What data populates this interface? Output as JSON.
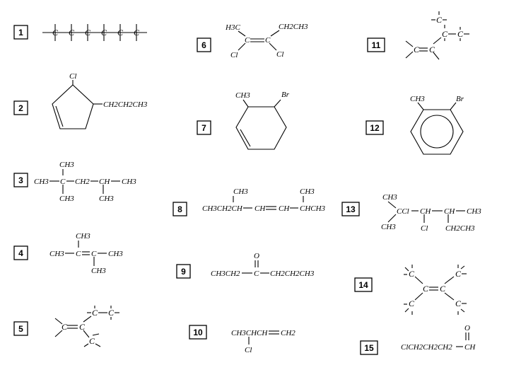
{
  "diagram": {
    "structures": [
      {
        "number": "1"
      },
      {
        "number": "2",
        "labels": [
          "Cl",
          "CH2CH2CH3"
        ]
      },
      {
        "number": "3",
        "labels": [
          "CH3",
          "CH3",
          "C",
          "CH2",
          "CH",
          "CH3",
          "CH3",
          "CH3"
        ]
      },
      {
        "number": "4",
        "labels": [
          "CH3",
          "CH3",
          "C",
          "C",
          "CH3",
          "CH3"
        ]
      },
      {
        "number": "5"
      },
      {
        "number": "6",
        "labels": [
          "H3C",
          "C",
          "C",
          "CH2CH3",
          "Cl",
          "Cl"
        ]
      },
      {
        "number": "7",
        "labels": [
          "CH3",
          "Br"
        ]
      },
      {
        "number": "8",
        "labels": [
          "CH3",
          "CH3CH2CH",
          "CH",
          "CH",
          "CHCH3",
          "CH3"
        ]
      },
      {
        "number": "9",
        "labels": [
          "O",
          "CH3CH2",
          "C",
          "CH2CH2CH3"
        ]
      },
      {
        "number": "10",
        "labels": [
          "CH3CHCH",
          "CH2",
          "Cl"
        ]
      },
      {
        "number": "11"
      },
      {
        "number": "12",
        "labels": [
          "CH3",
          "Br"
        ]
      },
      {
        "number": "13",
        "labels": [
          "CH3",
          "CCl",
          "CH",
          "CH",
          "CH3",
          "CH3",
          "Cl",
          "CH2CH3"
        ]
      },
      {
        "number": "14"
      },
      {
        "number": "15",
        "labels": [
          "O",
          "ClCH2CH2CH2",
          "CH"
        ]
      }
    ]
  }
}
